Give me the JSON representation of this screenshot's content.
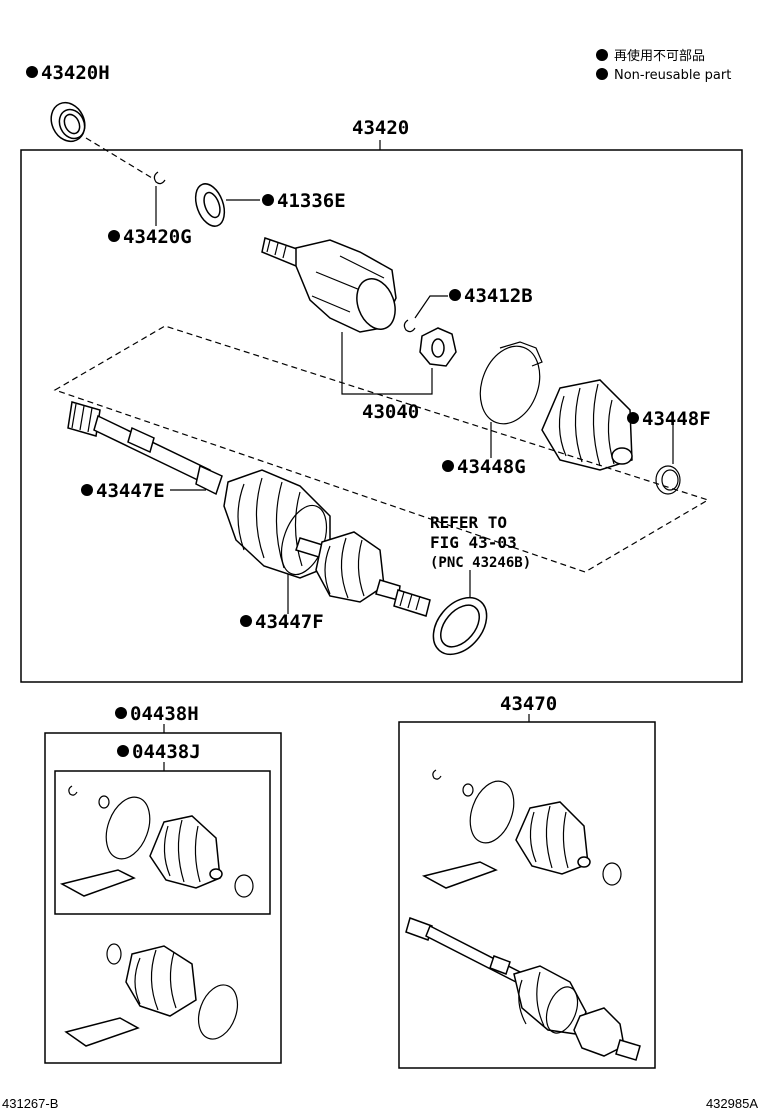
{
  "legend": {
    "jp": "再使用不可部品",
    "en": "Non-reusable part"
  },
  "callouts": {
    "p43420H": "43420H",
    "p43420": "43420",
    "p41336E": "41336E",
    "p43420G": "43420G",
    "p43412B": "43412B",
    "p43040": "43040",
    "p43448F": "43448F",
    "p43448G": "43448G",
    "p43447E": "43447E",
    "p43447F": "43447F",
    "p04438H": "04438H",
    "p04438J": "04438J",
    "p43470": "43470"
  },
  "refer": {
    "line1": "REFER TO",
    "line2": "FIG 43-03",
    "line3": "(PNC 43246B)"
  },
  "footer": {
    "left": "431267-B",
    "right": "432985A"
  }
}
